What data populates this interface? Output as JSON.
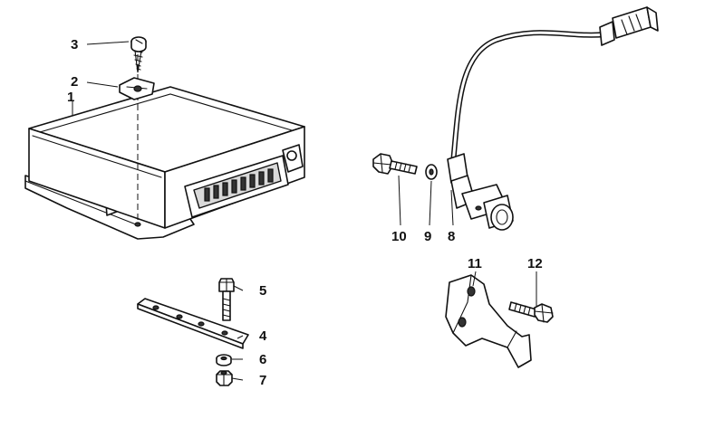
{
  "callouts": {
    "c1": "1",
    "c2": "2",
    "c3": "3",
    "c4": "4",
    "c5": "5",
    "c6": "6",
    "c7": "7",
    "c8": "8",
    "c9": "9",
    "c10": "10",
    "c11": "11",
    "c12": "12"
  },
  "colors": {
    "line": "#111111",
    "shade": "#d9d9d9",
    "background": "#ffffff"
  }
}
